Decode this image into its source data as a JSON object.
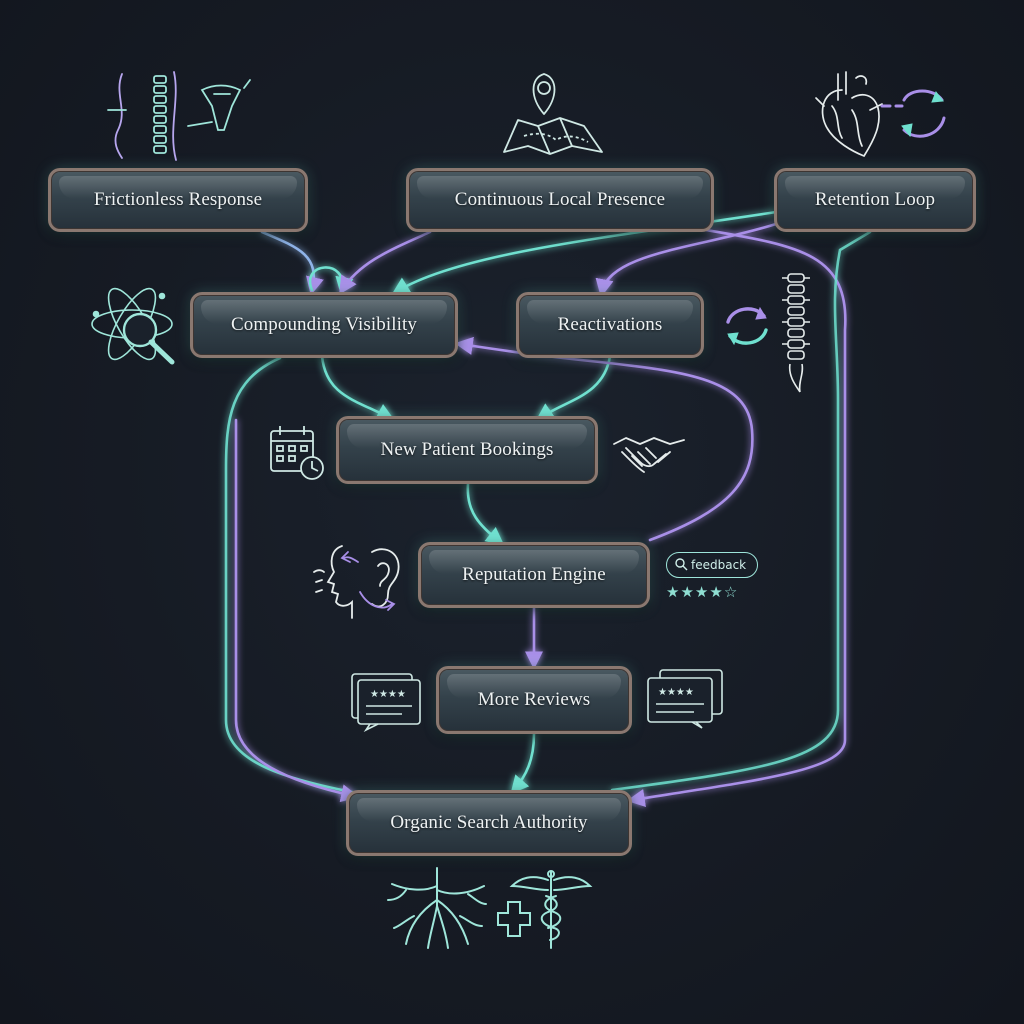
{
  "nodes": {
    "frictionless": "Frictionless Response",
    "local_presence": "Continuous Local Presence",
    "retention": "Retention Loop",
    "visibility": "Compounding Visibility",
    "reactivations": "Reactivations",
    "bookings": "New Patient Bookings",
    "reputation": "Reputation Engine",
    "reviews": "More Reviews",
    "authority": "Organic Search Authority"
  },
  "feedback_label": "feedback",
  "rating": {
    "filled": 4,
    "total": 5
  },
  "colors": {
    "teal": "#6fe0cf",
    "violet": "#a98fe8",
    "background": "#161b24",
    "node_border": "#8a7870"
  },
  "icons": [
    "body-anatomy-icon",
    "location-map-icon",
    "heart-anatomy-icon",
    "refresh-loop-icon",
    "atom-magnifier-icon",
    "sync-arrows-icon",
    "spine-icon",
    "calendar-clock-icon",
    "handshake-icon",
    "speaking-listening-icon",
    "review-card-left-icon",
    "review-card-right-icon",
    "roots-icon",
    "medical-cross-icon",
    "caduceus-icon"
  ]
}
